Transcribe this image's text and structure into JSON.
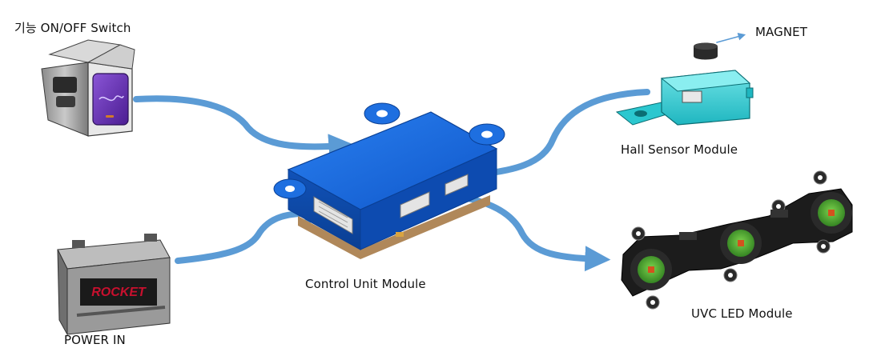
{
  "labels": {
    "switch": "기능 ON/OFF Switch",
    "magnet": "MAGNET",
    "hall_sensor": "Hall Sensor Module",
    "control_unit": "Control Unit Module",
    "power_in": "POWER IN",
    "uvc_led": "UVC LED Module"
  },
  "battery_brand": "ROCKET",
  "colors": {
    "arrow": "#5b9bd5",
    "control_unit": "#1565d8",
    "hall_sensor": "#2bc7cf",
    "switch_button": "#6a2fb5",
    "led_lens": "#3f9e2a",
    "battery_label": "#c8102e"
  }
}
